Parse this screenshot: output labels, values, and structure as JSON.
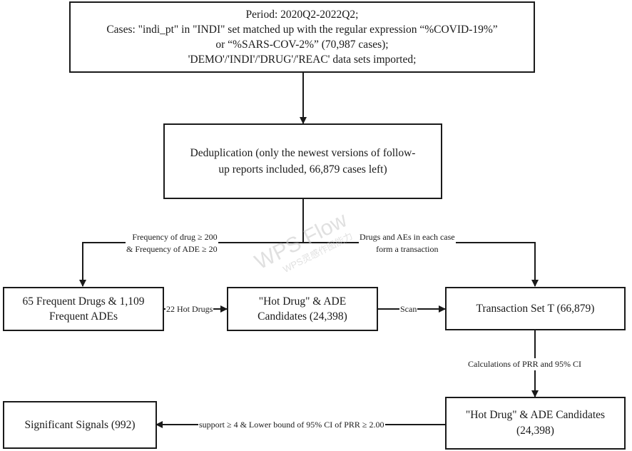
{
  "nodes": {
    "period": {
      "lines": [
        "Period: 2020Q2-2022Q2;",
        "Cases: \"indi_pt\" in \"INDI\" set matched up with the regular expression “%COVID-19%”",
        "or “%SARS-COV-2%” (70,987 cases);",
        "'DEMO'/'INDI'/'DRUG'/'REAC' data sets imported;"
      ]
    },
    "dedup": {
      "lines": [
        "Deduplication (only the newest versions of follow-",
        "up reports included, 66,879 cases left)"
      ]
    },
    "frequent": {
      "lines": [
        "65 Frequent Drugs & 1,109",
        "Frequent ADEs"
      ]
    },
    "hot_drug": {
      "lines": [
        "\"Hot Drug\" & ADE",
        "Candidates (24,398)"
      ]
    },
    "transaction": {
      "lines": [
        "Transaction Set T (66,879)"
      ]
    },
    "candidates_final": {
      "lines": [
        "\"Hot Drug\" & ADE  Candidates",
        "(24,398)"
      ]
    },
    "signals": {
      "lines": [
        "Significant Signals (992)"
      ]
    }
  },
  "edges": {
    "freq_filter": {
      "lines": [
        "Frequency of drug ≥ 200",
        "& Frequency of ADE ≥ 20"
      ]
    },
    "transaction_form": {
      "lines": [
        "Drugs and AEs in each case",
        "form a transaction"
      ]
    },
    "hot_drugs": {
      "text": "22 Hot Drugs"
    },
    "scan": {
      "text": "Scan"
    },
    "prr": {
      "text": "Calculations of PRR and 95% CI"
    },
    "support": {
      "text": "support ≥ 4 & Lower bound of 95% CI of PRR ≥ 2.00"
    }
  },
  "watermark": {
    "line1": "WPS Flow",
    "line2": "WPS灵感作图能力"
  },
  "colors": {
    "stroke": "#1a1a1a",
    "background": "#ffffff",
    "watermark": "#c8c8c8"
  }
}
